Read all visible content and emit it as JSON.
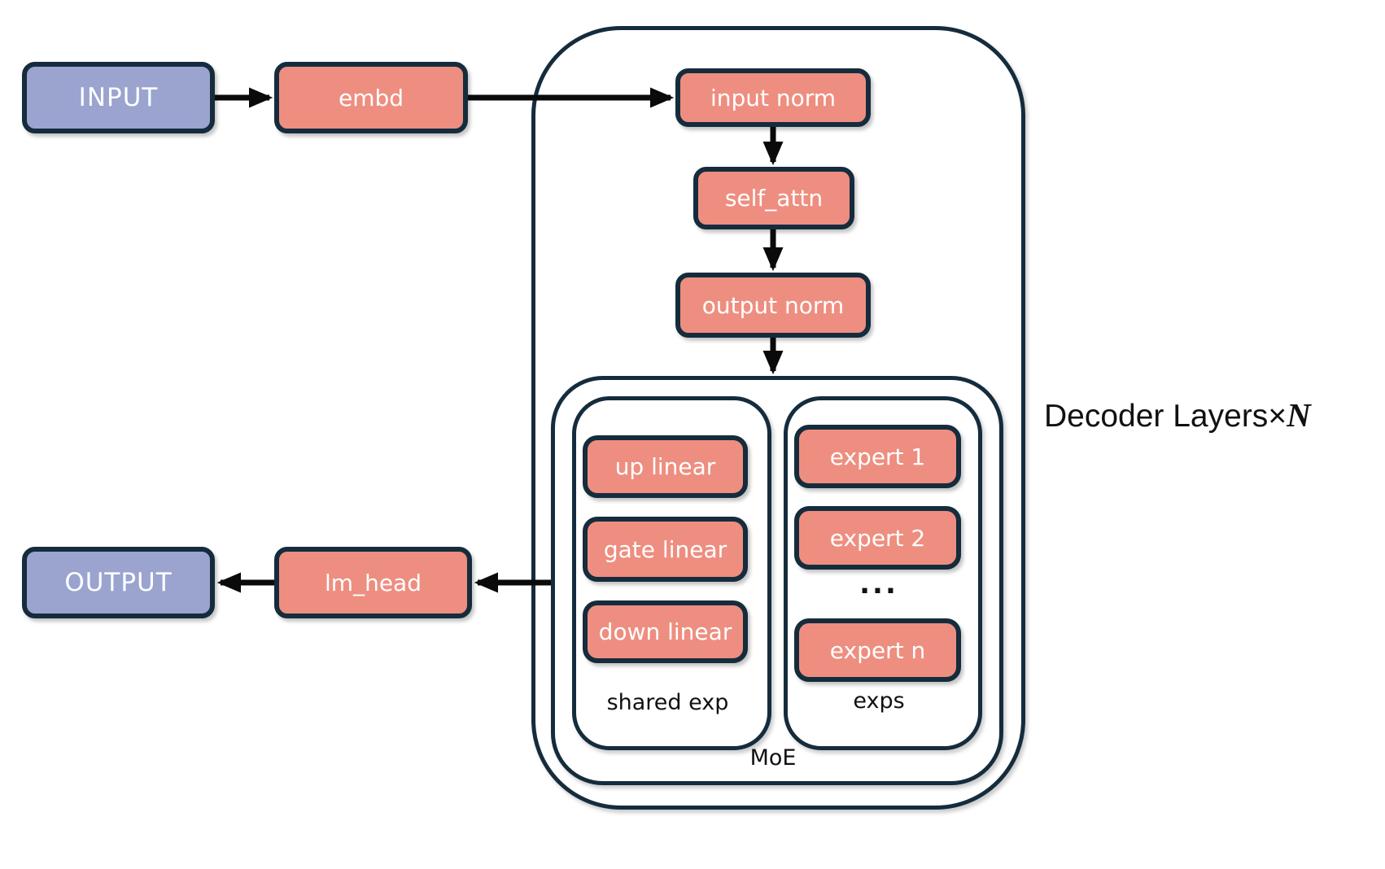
{
  "colors": {
    "salmon": "#EE8E80",
    "blue": "#9AA4CF",
    "navy": "#152C3D",
    "arrow": "#0A0A0A",
    "label": "#111111",
    "box_text": "#FFFFFF",
    "background": "#FFFFFF"
  },
  "diagram": {
    "input_label": "INPUT",
    "output_label": "OUTPUT",
    "embd_label": "embd",
    "input_norm_label": "input norm",
    "self_attn_label": "self_attn",
    "output_norm_label": "output norm",
    "lm_head_label": "lm_head",
    "decoder": {
      "caption_prefix": "Decoder Layers",
      "caption_times": "×",
      "caption_n": "N"
    },
    "moe": {
      "label": "MoE",
      "shared": {
        "label": "shared exp",
        "blocks": [
          "up linear",
          "gate linear",
          "down linear"
        ]
      },
      "experts": {
        "label": "exps",
        "blocks": [
          "expert 1",
          "expert 2",
          "expert n"
        ],
        "ellipsis": "..."
      }
    }
  }
}
